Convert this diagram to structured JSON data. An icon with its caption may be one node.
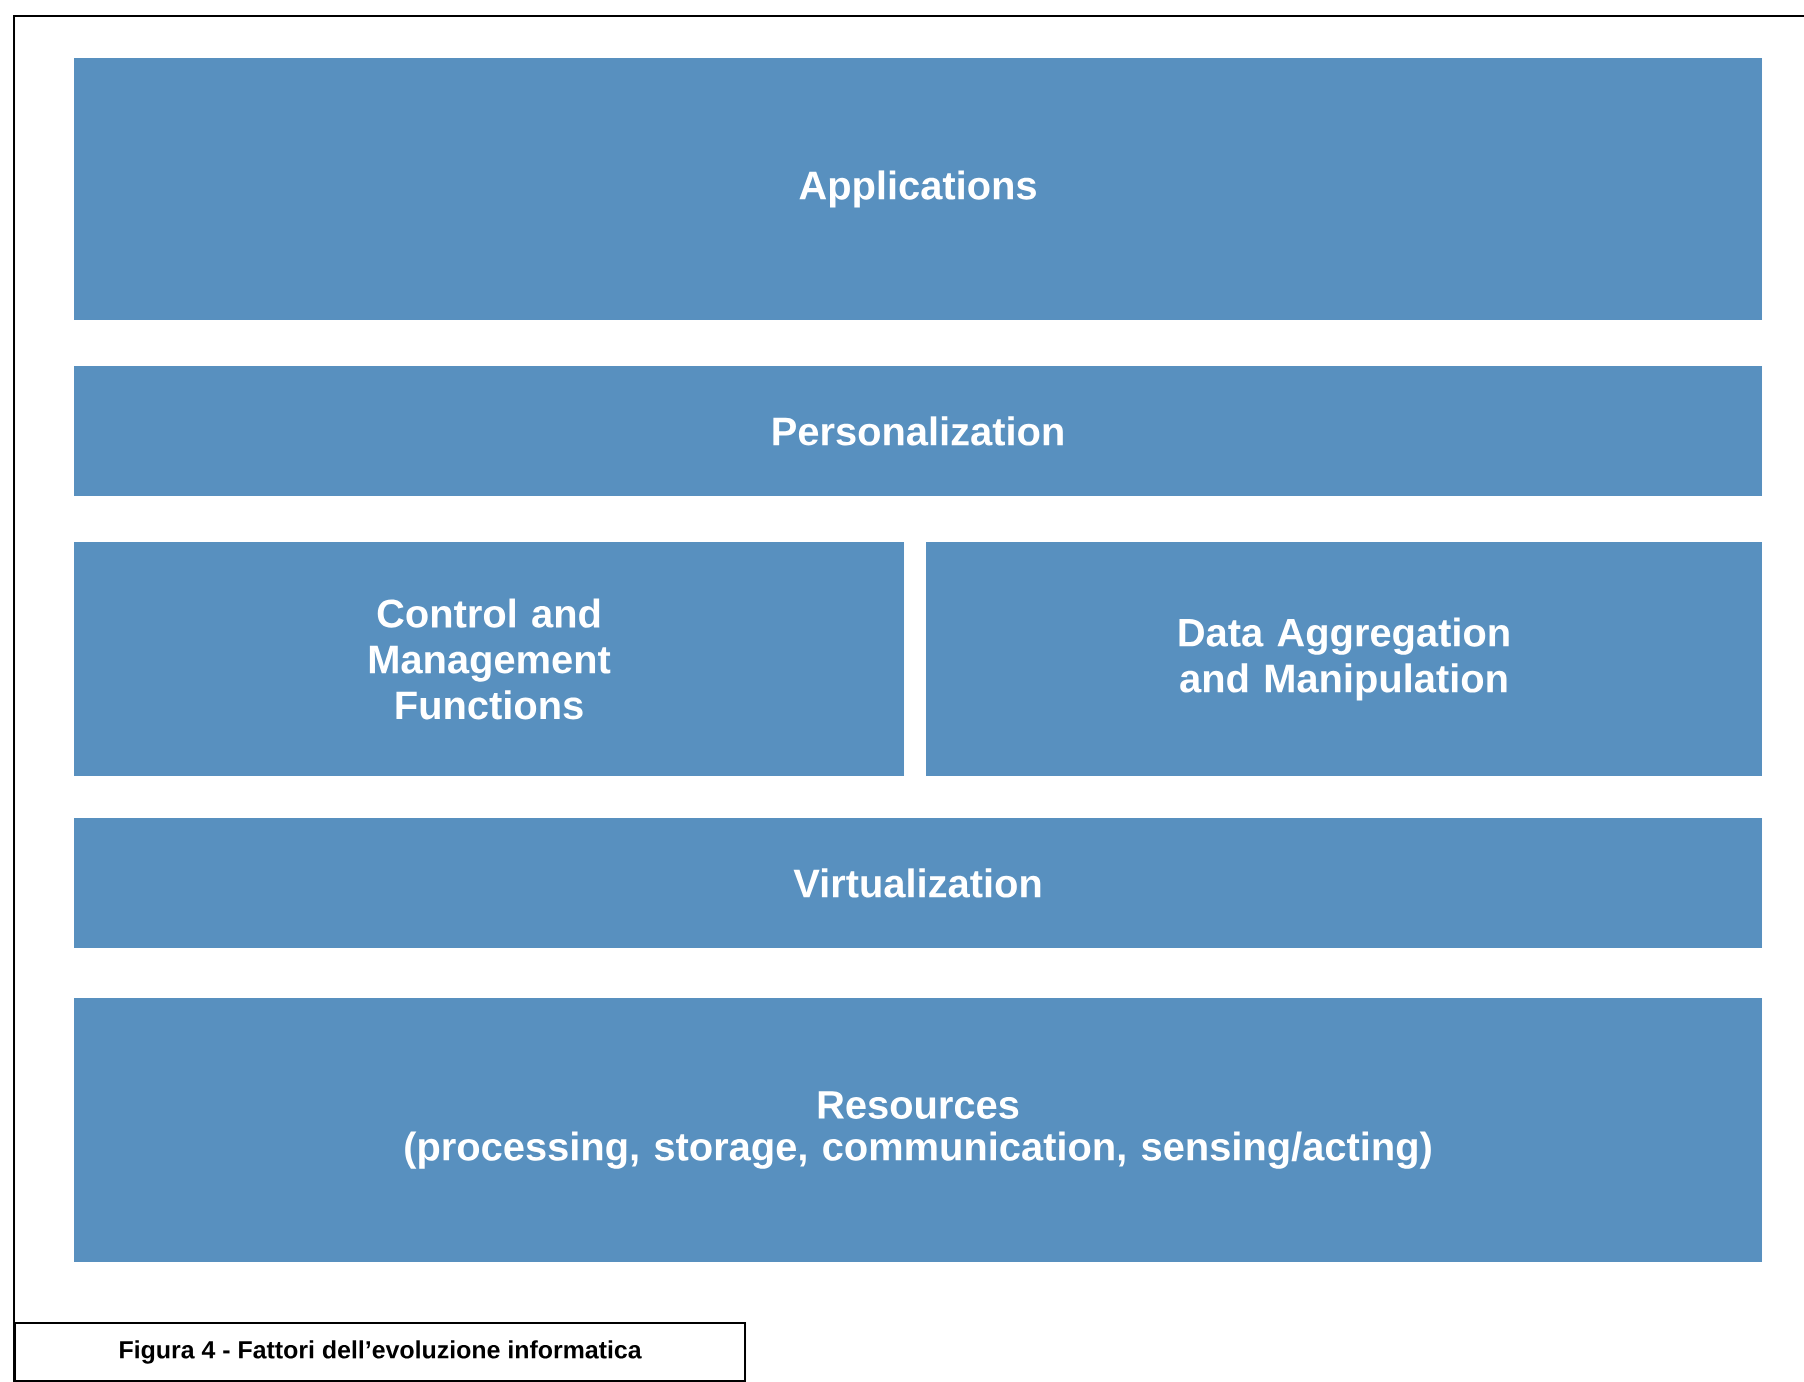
{
  "diagram": {
    "caption": "Figura 4 - Fattori dell’evoluzione informatica",
    "nodes": [
      {
        "text": [
          "Applications"
        ]
      },
      {
        "text": [
          "Personalization"
        ]
      },
      {
        "text": [
          "Control and Management Functions"
        ]
      },
      {
        "text": [
          "Data Aggregation and Manipulation"
        ]
      },
      {
        "text": [
          "Virtualization"
        ]
      },
      {
        "text": [
          "Resources",
          "(processing, storage, communication, sensing/acting)"
        ]
      }
    ]
  }
}
